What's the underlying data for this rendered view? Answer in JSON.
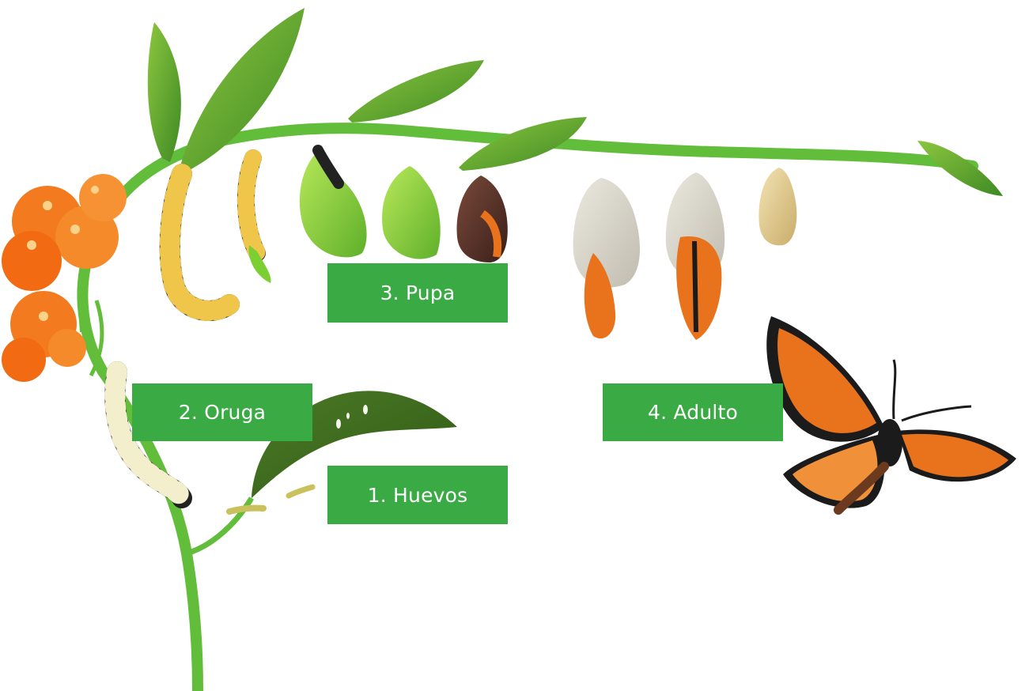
{
  "stages": {
    "eggs": {
      "label": "1. Huevos"
    },
    "larva": {
      "label": "2. Oruga"
    },
    "pupa": {
      "label": "3. Pupa"
    },
    "adult": {
      "label": "4. Adulto"
    }
  },
  "colors": {
    "label_bg": "#3aaa45",
    "label_text": "#ffffff",
    "stem": "#5fbf3a",
    "leaf": "#4f9a2c",
    "flower": "#f47a1f",
    "wing_orange": "#e8731c",
    "wing_black": "#1b1b1b",
    "chrysalis_green": "#8fd23a"
  },
  "icons": [
    "milkweed-stem-icon",
    "milkweed-flower-icon",
    "leaf-icon",
    "caterpillar-icon",
    "chrysalis-icon",
    "empty-chrysalis-icon",
    "monarch-butterfly-icon",
    "egg-icon"
  ]
}
